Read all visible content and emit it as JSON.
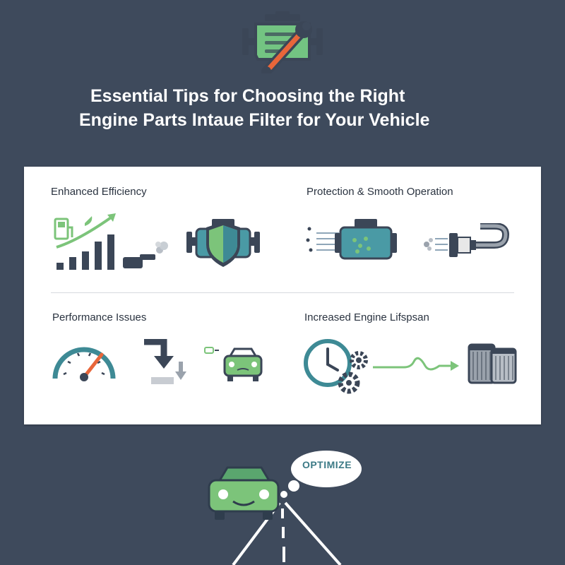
{
  "header": {
    "title_line1": "Essential Tips for Choosing the Right",
    "title_line2": "Engine Parts Intaue Filter for Your Vehicle"
  },
  "sections": [
    {
      "title": "Enhanced Efficiency"
    },
    {
      "title": "Protection & Smooth Operation"
    },
    {
      "title": "Performance Issues"
    },
    {
      "title": "Increased Engine Lifspsan"
    }
  ],
  "footer": {
    "bubble_text": "OPTIMIZE"
  },
  "colors": {
    "background": "#3e4a5c",
    "panel": "#ffffff",
    "green": "#7cc47a",
    "teal": "#3e8a95",
    "orange": "#e8663a",
    "dark": "#3b4657"
  },
  "icons": [
    "engine-wrench-icon",
    "fuel-pump-icon",
    "growth-bar-chart-icon",
    "exhaust-pipe-icon",
    "shield-engine-icon",
    "engine-airflow-icon",
    "filter-hose-icon",
    "speedometer-icon",
    "down-arrow-icon",
    "car-icon",
    "clock-gears-icon",
    "air-filter-cartridges-icon",
    "car-on-road-icon"
  ]
}
